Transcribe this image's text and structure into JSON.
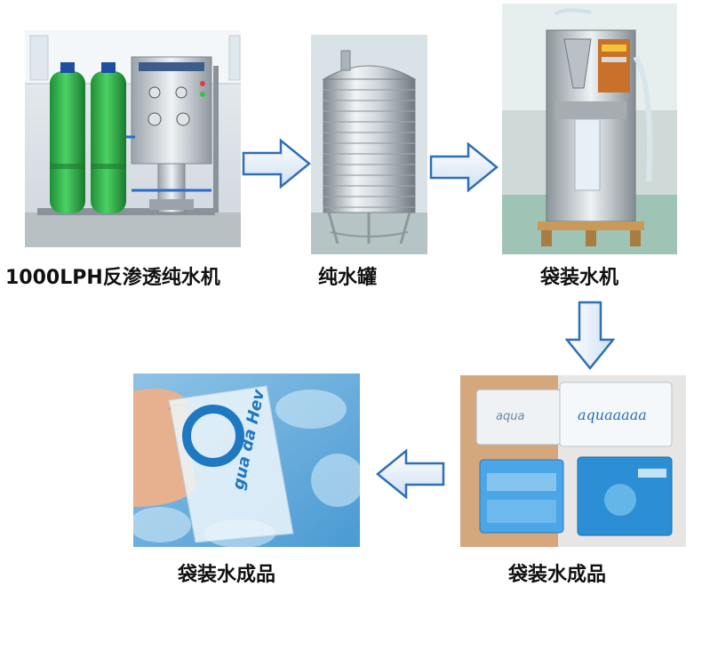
{
  "steps": [
    {
      "label": "1000LPH反渗透纯水机",
      "photo": "ro-water-purifier-machine"
    },
    {
      "label": "纯水罐",
      "photo": "stainless-water-tank"
    },
    {
      "label": "袋装水机",
      "photo": "sachet-filling-machine"
    },
    {
      "label": "袋装水成品",
      "photo": "sachet-products-four"
    },
    {
      "label": "袋装水成品",
      "photo": "sachet-in-hand"
    }
  ],
  "sachet_text": {
    "hand_print": "gua da Hev",
    "card_print": "aquaaaaa"
  },
  "colors": {
    "arrow_fill": "#e3eef8",
    "arrow_stroke": "#2e6fb5",
    "filter_green": "#2fb34a",
    "water_blue": "#2c8fd6"
  }
}
